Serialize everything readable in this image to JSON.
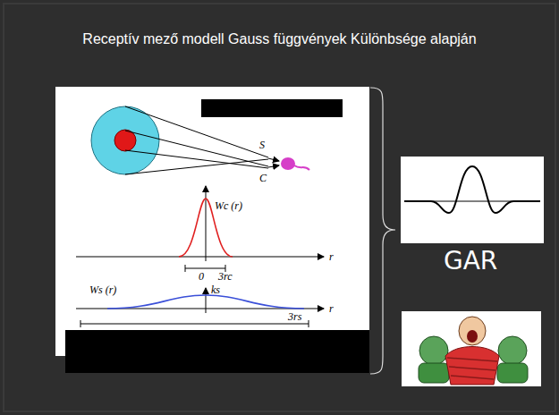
{
  "diagram": {
    "title": "Receptív mező modell Gauss függvények Különbsége alapján",
    "labels": [
      "S",
      "C",
      "Wc (r)",
      "r",
      "0",
      "3rc",
      "Ws (r)",
      "ks",
      "r",
      "3rs",
      "GAR"
    ]
  }
}
